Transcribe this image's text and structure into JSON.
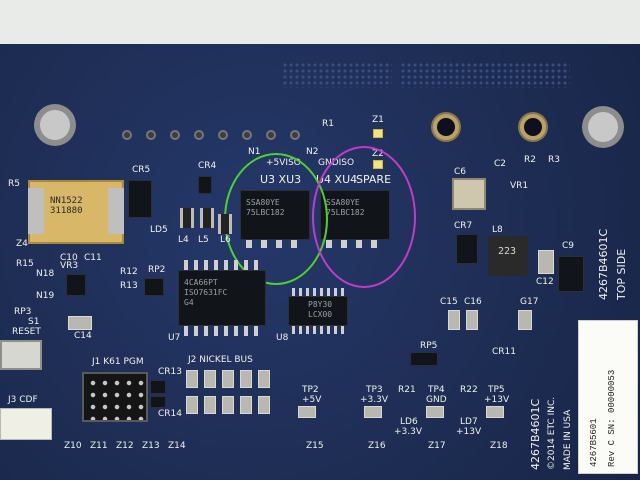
{
  "board": {
    "title_vertical": "4267B4601C",
    "copyright": "©2014 ETC INC.",
    "made_in": "MADE IN USA",
    "side_vertical": "4267B4601C",
    "top_side": "TOP SIDE",
    "labels": {
      "u3": "U3 XU3",
      "u4": "U4 XU4",
      "spare": "SPARE",
      "n1": "N1",
      "plus5viso": "+5VISO",
      "n2": "N2",
      "gndiso": "GNDISO",
      "r1": "R1",
      "z1": "Z1",
      "z2": "Z2",
      "cr5": "CR5",
      "cr4": "CR4",
      "r5": "R5",
      "ld5": "LD5",
      "l4": "L4",
      "l5": "L5",
      "l6": "L6",
      "z4": "Z4",
      "r15": "R15",
      "n18": "N18",
      "n19": "N19",
      "vr3": "VR3",
      "r12": "R12",
      "r13": "R13",
      "rp2": "RP2",
      "c14": "C14",
      "rp3": "RP3",
      "s1": "S1",
      "reset": "RESET",
      "j3": "J3 CDF",
      "j1": "J1 K61 PGM",
      "j2": "J2 NICKEL BUS",
      "cr13": "CR13",
      "cr14": "CR14",
      "u7": "U7",
      "u8": "U8",
      "tp2": "TP2",
      "tp2v": "+5V",
      "tp3": "TP3",
      "tp3v": "+3.3V",
      "r21": "R21",
      "tp4": "TP4",
      "tp4v": "GND",
      "r22": "R22",
      "tp5": "TP5",
      "tp5v": "+13V",
      "ld6": "LD6",
      "ld6v": "+3.3V",
      "ld7": "LD7",
      "ld7v": "+13V",
      "rp5": "RP5",
      "cr11": "CR11",
      "c15": "C15",
      "c16": "C16",
      "g17": "G17",
      "c2": "C2",
      "c6": "C6",
      "vr1": "VR1",
      "r2": "R2",
      "r3": "R3",
      "l8": "L8",
      "c9": "C9",
      "c12": "C12",
      "cr7": "CR7",
      "c10": "C10",
      "c11": "C11",
      "z10": "Z10",
      "z11": "Z11",
      "z12": "Z12",
      "z13": "Z13",
      "z14": "Z14",
      "z15": "Z15",
      "z16": "Z16",
      "z17": "Z17",
      "z18": "Z18"
    },
    "chips": {
      "u3_marking": "SSA80YE\n75LBC182",
      "u4_marking": "SSA80YE\n75LBC182",
      "u7_marking": "4CA66PT\nISO7631FC\nG4",
      "u8_marking": "P8Y30\nLCX00",
      "transformer_marking": "NN1522\n311880",
      "inductor_marking": "223"
    },
    "sticker": {
      "part": "4267B5601",
      "rev_sn": "Rev C  SN: 00000053"
    }
  },
  "annotations": {
    "green_color": "#4fd12b",
    "magenta_color": "#c23bc8"
  }
}
